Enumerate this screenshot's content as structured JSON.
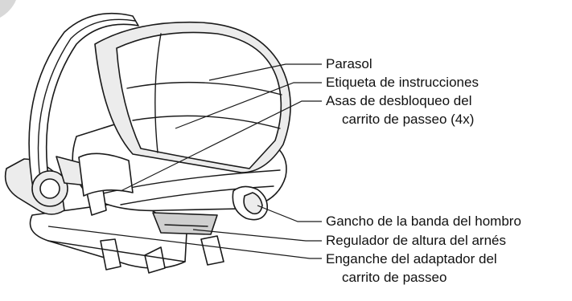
{
  "diagram": {
    "callouts": [
      {
        "id": "canopy",
        "lines": [
          "Parasol"
        ]
      },
      {
        "id": "instruction-label",
        "lines": [
          "Etiqueta de instrucciones"
        ]
      },
      {
        "id": "stroller-release-handles",
        "lines": [
          "Asas de desbloqueo del",
          "carrito de passeo (4x)"
        ]
      },
      {
        "id": "shoulder-belt-hook",
        "lines": [
          "Gancho de la banda del hombro"
        ]
      },
      {
        "id": "harness-height-adjuster",
        "lines": [
          "Regulador de altura del arnés"
        ]
      },
      {
        "id": "stroller-adapter-hook",
        "lines": [
          "Enganche del adaptador del",
          "carrito de passeo"
        ]
      }
    ]
  }
}
